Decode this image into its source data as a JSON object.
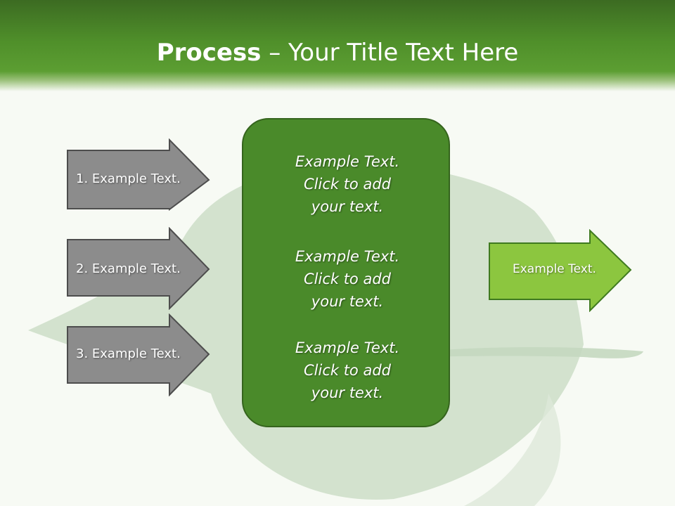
{
  "title": {
    "bold": "Process",
    "rest": " – Your Title Text Here"
  },
  "inputs": [
    {
      "label": "1. Example Text."
    },
    {
      "label": "2. Example Text."
    },
    {
      "label": "3. Example Text."
    }
  ],
  "center_box": {
    "blocks": [
      {
        "lines": [
          "Example Text.",
          "Click  to add",
          "your text."
        ]
      },
      {
        "lines": [
          "Example Text.",
          "Click  to add",
          "your text."
        ]
      },
      {
        "lines": [
          "Example Text.",
          "Click  to add",
          "your text."
        ]
      }
    ]
  },
  "output": {
    "label": "Example Text."
  },
  "colors": {
    "title_bar": "#4f8f2a",
    "input_arrow": "#8c8c8c",
    "center_box": "#4a8a2a",
    "output_arrow": "#8cc63f"
  }
}
